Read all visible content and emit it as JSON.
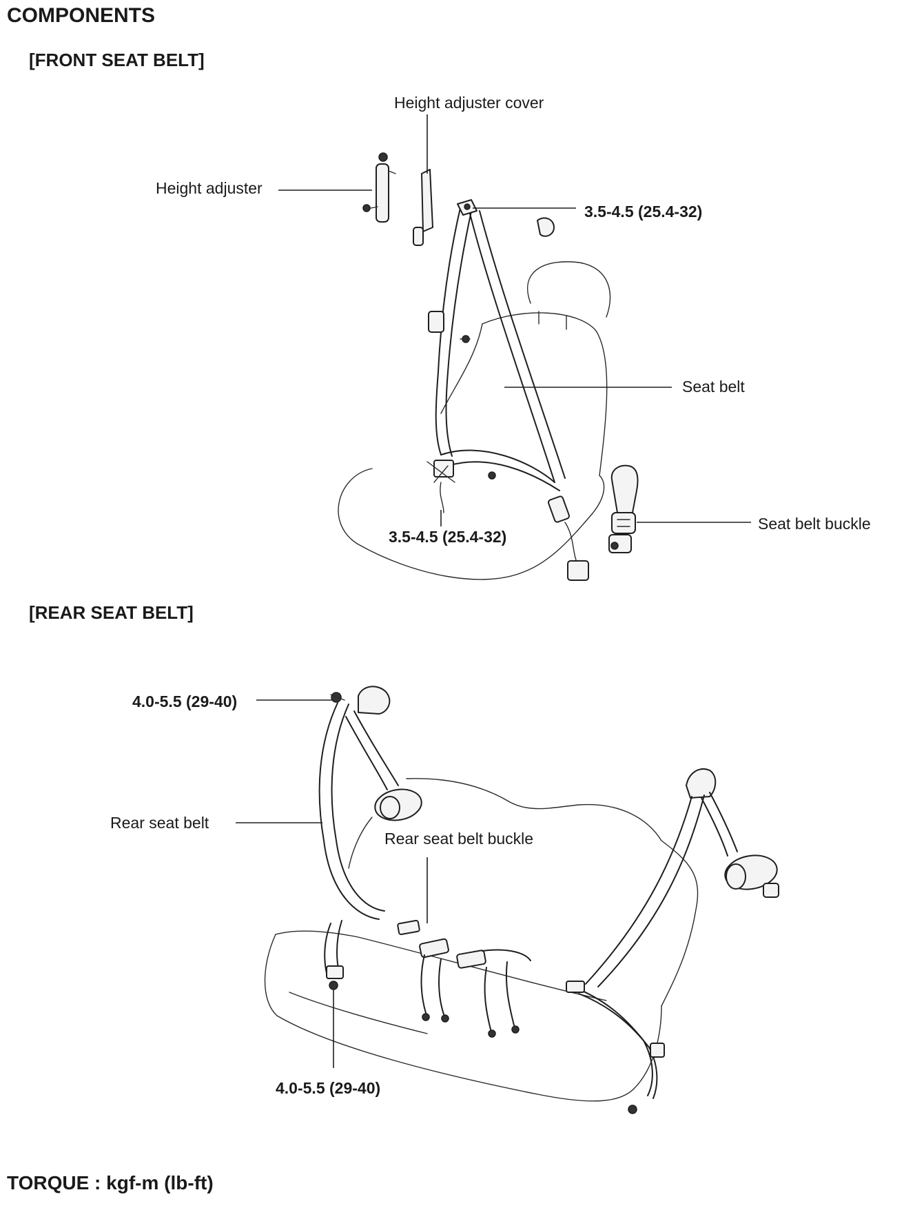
{
  "page": {
    "title": "COMPONENTS",
    "footer": "TORQUE : kgf-m (lb-ft)"
  },
  "front": {
    "section_title": "[FRONT SEAT BELT]",
    "labels": {
      "height_adjuster_cover": "Height adjuster cover",
      "height_adjuster": "Height adjuster",
      "seat_belt": "Seat belt",
      "seat_belt_buckle": "Seat belt buckle"
    },
    "torques": {
      "upper_anchor": "3.5-4.5 (25.4-32)",
      "lower_anchor": "3.5-4.5 (25.4-32)"
    }
  },
  "rear": {
    "section_title": "[REAR SEAT BELT]",
    "labels": {
      "rear_seat_belt": "Rear seat belt",
      "rear_seat_belt_buckle": "Rear seat belt buckle"
    },
    "torques": {
      "upper_anchor": "4.0-5.5 (29-40)",
      "lower_anchor": "4.0-5.5 (29-40)"
    }
  }
}
